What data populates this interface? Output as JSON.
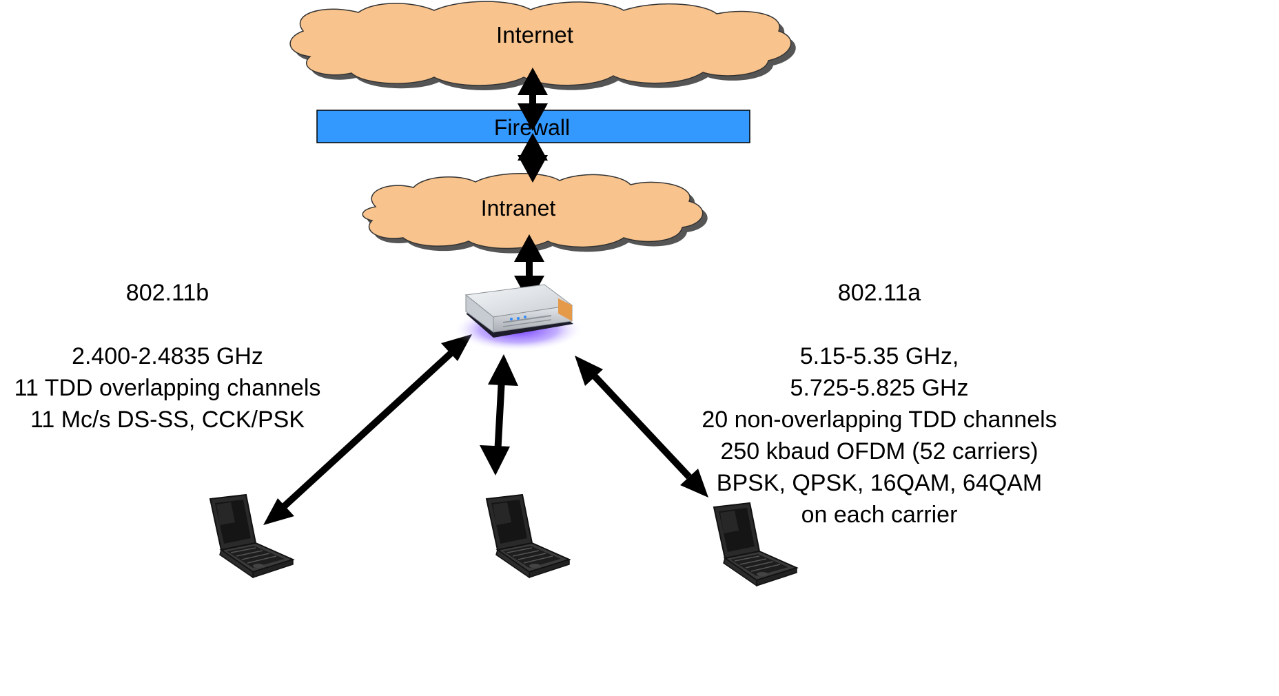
{
  "colors": {
    "cloud_fill": "#f8c38c",
    "cloud_shadow": "#555555",
    "cloud_stroke": "#333333",
    "firewall_fill": "#3399ff",
    "firewall_stroke": "#000000",
    "arrow": "#000000",
    "router_glow": "#5b1cff"
  },
  "nodes": {
    "internet": {
      "label": "Internet",
      "icon": "cloud-icon"
    },
    "firewall": {
      "label": "Firewall",
      "icon": "firewall-bar"
    },
    "intranet": {
      "label": "Intranet",
      "icon": "cloud-icon"
    },
    "access_point": {
      "icon": "wireless-access-point-icon"
    },
    "laptops": [
      {
        "icon": "laptop-icon"
      },
      {
        "icon": "laptop-icon"
      },
      {
        "icon": "laptop-icon"
      }
    ]
  },
  "standards": {
    "b": {
      "title": "802.11b",
      "lines": [
        "2.400-2.4835 GHz",
        "11 TDD overlapping channels",
        "11 Mc/s DS-SS, CCK/PSK"
      ]
    },
    "a": {
      "title": "802.11a",
      "lines": [
        "5.15-5.35 GHz,",
        "5.725-5.825 GHz",
        "20 non-overlapping TDD channels",
        "250 kbaud OFDM (52 carriers)",
        "BPSK, QPSK, 16QAM, 64QAM",
        "on each carrier"
      ]
    }
  },
  "connections": [
    {
      "from": "internet",
      "to": "firewall",
      "type": "bidirectional"
    },
    {
      "from": "firewall",
      "to": "intranet",
      "type": "bidirectional"
    },
    {
      "from": "intranet",
      "to": "access_point",
      "type": "bidirectional"
    },
    {
      "from": "access_point",
      "to": "laptop-1",
      "type": "bidirectional"
    },
    {
      "from": "access_point",
      "to": "laptop-2",
      "type": "bidirectional"
    },
    {
      "from": "access_point",
      "to": "laptop-3",
      "type": "bidirectional"
    }
  ]
}
